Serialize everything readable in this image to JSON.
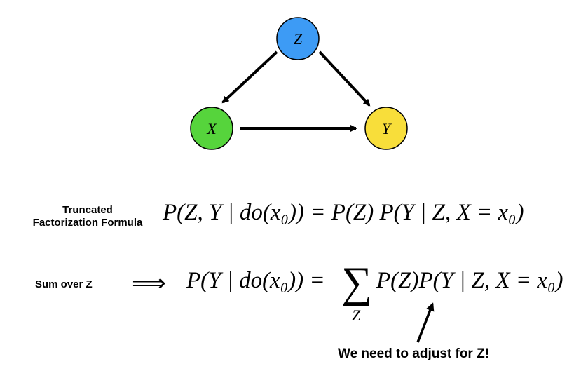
{
  "graph": {
    "nodes": [
      {
        "id": "Z",
        "label": "Z",
        "color": "#3d9bf5"
      },
      {
        "id": "X",
        "label": "X",
        "color": "#56d43c"
      },
      {
        "id": "Y",
        "label": "Y",
        "color": "#f8de3a"
      }
    ],
    "edges": [
      {
        "from": "Z",
        "to": "X"
      },
      {
        "from": "Z",
        "to": "Y"
      },
      {
        "from": "X",
        "to": "Y"
      }
    ]
  },
  "formula1": {
    "label_line1": "Truncated",
    "label_line2": "Factorization Formula",
    "expression": "P(Z, Y | do(x₀)) = P(Z)  P(Y | Z, X = x₀)"
  },
  "formula2": {
    "label": "Sum over Z",
    "implies_symbol": "⟹",
    "lhs": "P(Y | do(x₀)) =",
    "sum_symbol": "∑",
    "sum_subscript": "Z",
    "rhs": "P(Z)P(Y | Z, X = x₀)"
  },
  "annotation": {
    "text": "We need to adjust for Z!"
  }
}
